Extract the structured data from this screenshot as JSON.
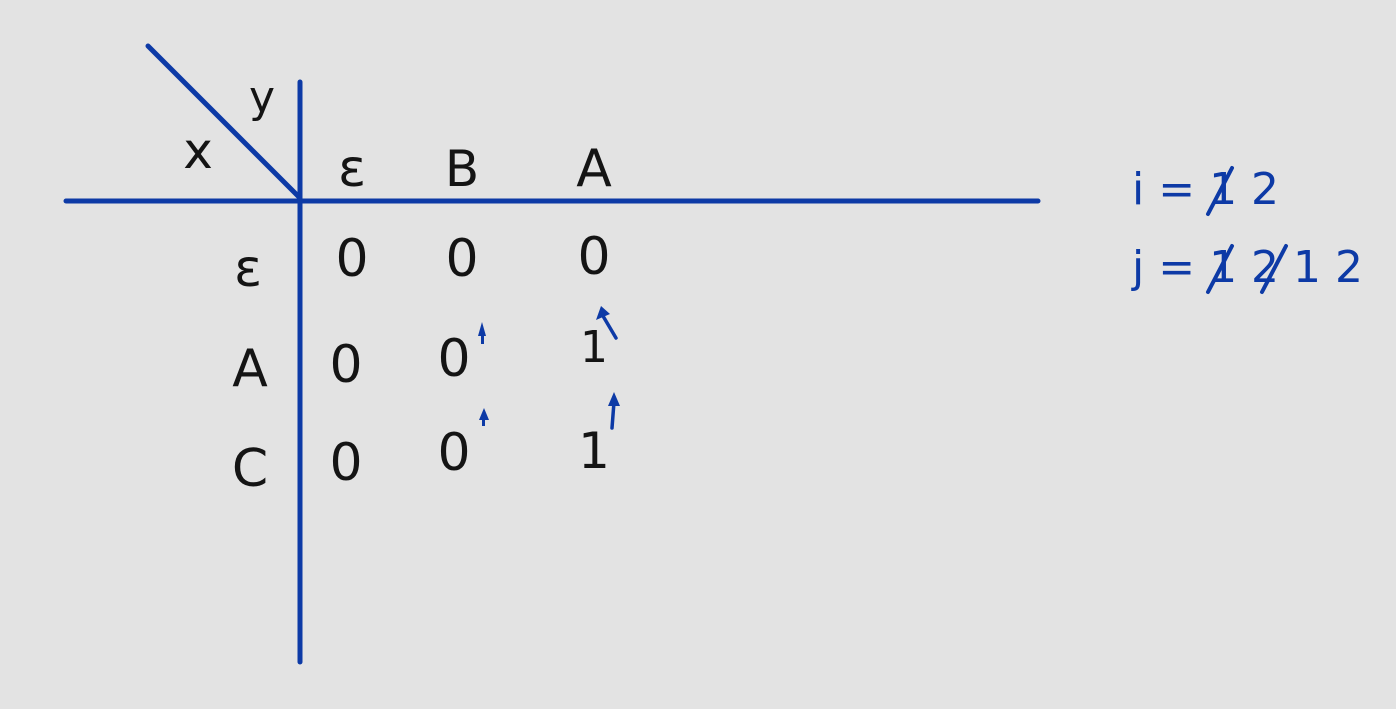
{
  "table": {
    "corner_x_label": "x",
    "corner_y_label": "y",
    "column_headers": [
      "ε",
      "B",
      "A"
    ],
    "row_headers": [
      "ε",
      "A",
      "C"
    ],
    "cells": [
      [
        "0",
        "0",
        "0"
      ],
      [
        "0",
        "0",
        "1"
      ],
      [
        "0",
        "0",
        "1"
      ]
    ],
    "arrow_markers": [
      {
        "row": 1,
        "col": 1,
        "direction": "up"
      },
      {
        "row": 1,
        "col": 2,
        "direction": "up-left"
      },
      {
        "row": 2,
        "col": 1,
        "direction": "up"
      },
      {
        "row": 2,
        "col": 2,
        "direction": "up"
      }
    ]
  },
  "side_notes": {
    "i_line": "i = 1 2",
    "i_struck": [
      "1"
    ],
    "j_line": "j = 1 2 1 2",
    "j_struck": [
      "1",
      "2"
    ]
  },
  "colors": {
    "background": "#e3e3e3",
    "ink_black": "#141414",
    "ink_blue": "#0d3aa6"
  }
}
